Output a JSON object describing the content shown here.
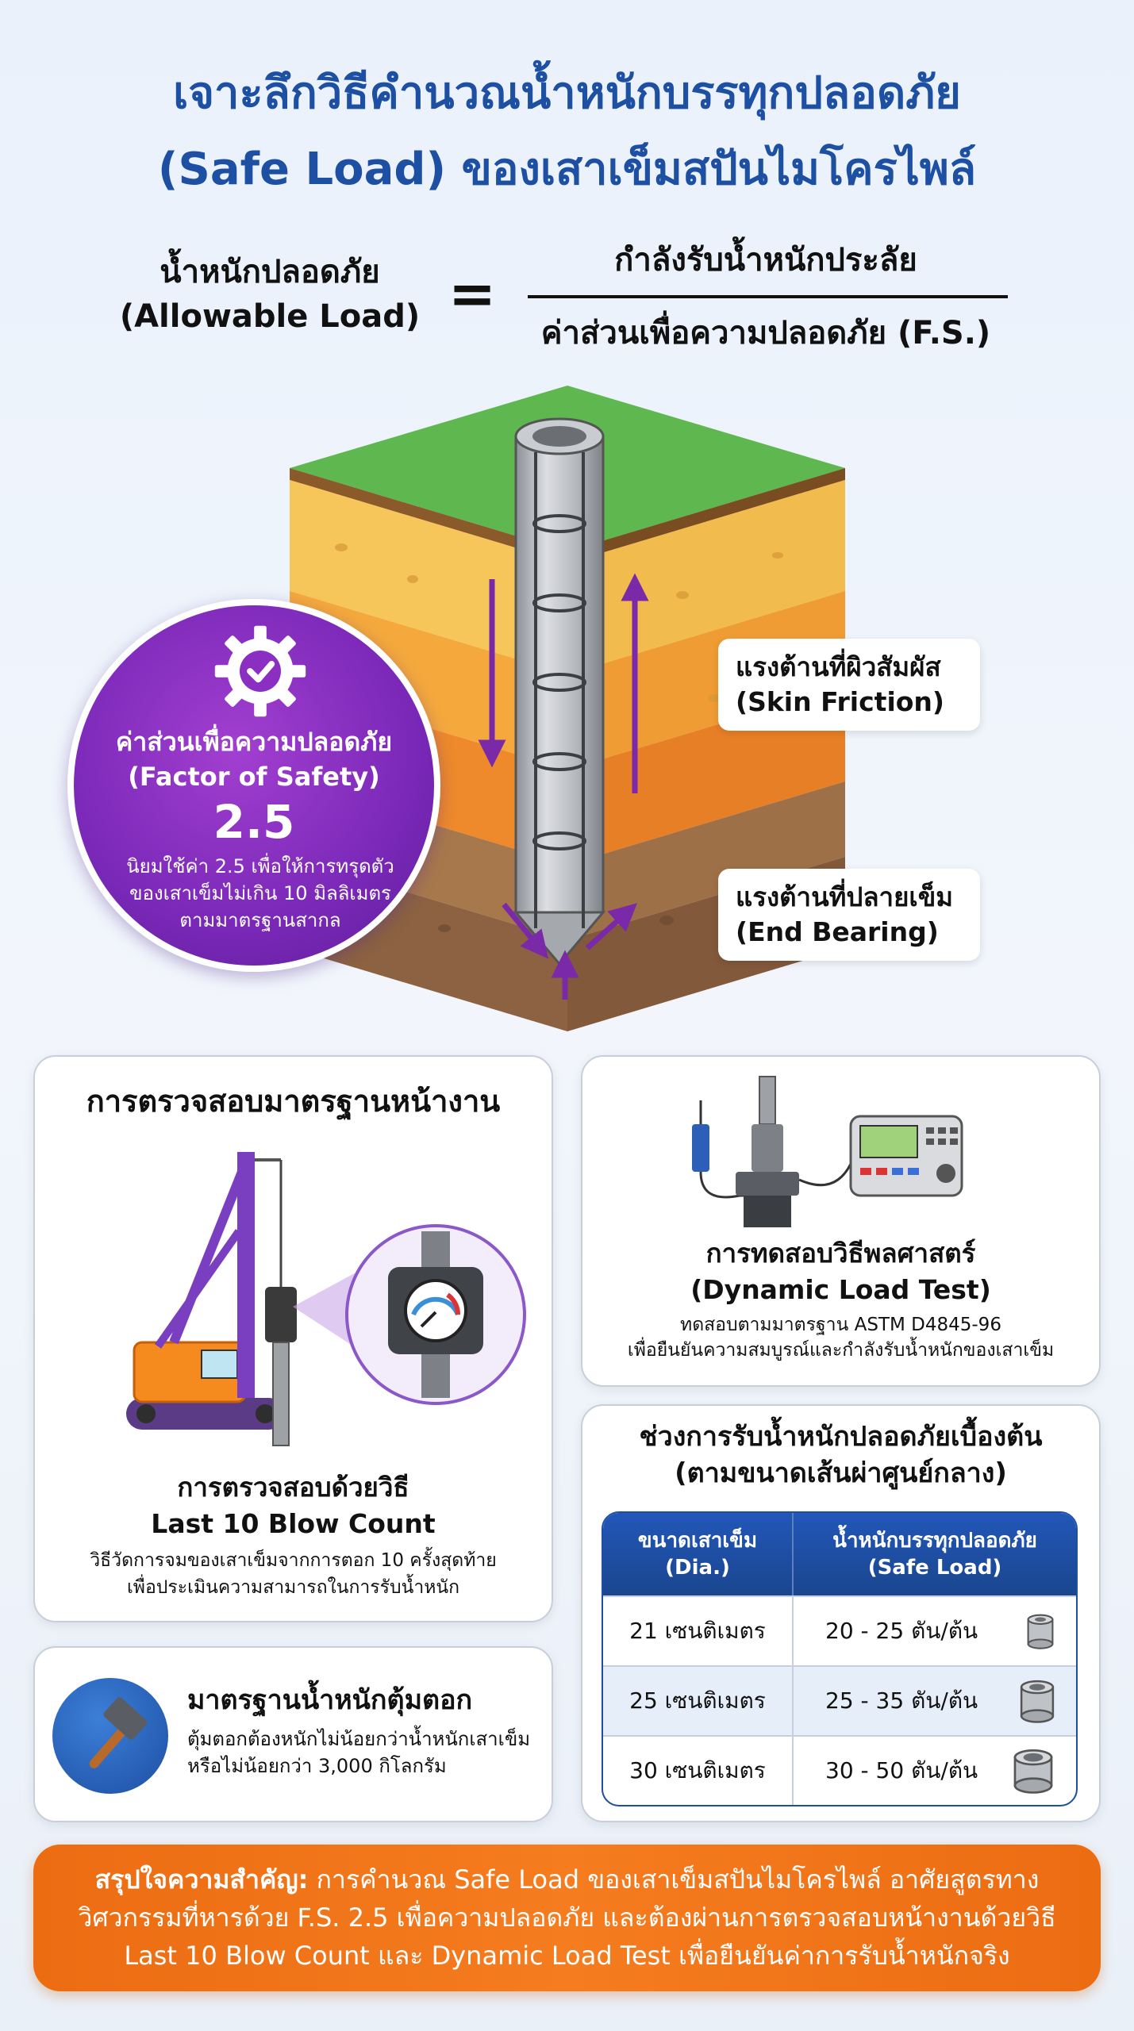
{
  "title": {
    "line1": "เจาะลึกวิธีคำนวณน้ำหนักบรรทุกปลอดภัย",
    "line2": "(Safe Load) ของเสาเข็มสปันไมโครไพล์"
  },
  "formula": {
    "left_line1": "น้ำหนักปลอดภัย",
    "left_line2": "(Allowable Load)",
    "equals": "=",
    "numerator": "กำลังรับน้ำหนักประลัย",
    "denominator": "ค่าส่วนเพื่อความปลอดภัย (F.S.)"
  },
  "diagram": {
    "skin_friction_line1": "แรงต้านที่ผิวสัมผัส",
    "skin_friction_line2": "(Skin Friction)",
    "end_bearing_line1": "แรงต้านที่ปลายเข็ม",
    "end_bearing_line2": "(End Bearing)"
  },
  "factor_of_safety": {
    "icon": "gear-check-icon",
    "label_line1": "ค่าส่วนเพื่อความปลอดภัย",
    "label_line2": "(Factor of Safety)",
    "value": "2.5",
    "note_line1": "นิยมใช้ค่า 2.5 เพื่อให้การทรุดตัว",
    "note_line2": "ของเสาเข็มไม่เกิน 10 มิลลิเมตร",
    "note_line3": "ตามมาตรฐานสากล"
  },
  "site_inspection": {
    "title": "การตรวจสอบมาตรฐานหน้างาน",
    "method_line1": "การตรวจสอบด้วยวิธี",
    "method_line2": "Last 10 Blow Count",
    "desc_line1": "วิธีวัดการจมของเสาเข็มจากการตอก 10 ครั้งสุดท้าย",
    "desc_line2": "เพื่อประเมินความสามารถในการรับน้ำหนัก"
  },
  "hammer_standard": {
    "icon": "hammer-icon",
    "title": "มาตรฐานน้ำหนักตุ้มตอก",
    "desc_line1": "ตุ้มตอกต้องหนักไม่น้อยกว่าน้ำหนักเสาเข็ม",
    "desc_line2": "หรือไม่น้อยกว่า 3,000 กิโลกรัม"
  },
  "dynamic_test": {
    "title_line1": "การทดสอบวิธีพลศาสตร์",
    "title_line2": "(Dynamic Load Test)",
    "desc_line1": "ทดสอบตามมาตรฐาน ASTM D4845-96",
    "desc_line2": "เพื่อยืนยันความสมบูรณ์และกำลังรับน้ำหนักของเสาเข็ม"
  },
  "safe_load_table": {
    "title_line1": "ช่วงการรับน้ำหนักปลอดภัยเบื้องต้น",
    "title_line2": "(ตามขนาดเส้นผ่าศูนย์กลาง)",
    "col1_line1": "ขนาดเสาเข็ม",
    "col1_line2": "(Dia.)",
    "col2_line1": "น้ำหนักบรรทุกปลอดภัย",
    "col2_line2": "(Safe Load)",
    "rows": [
      {
        "size": "21 เซนติเมตร",
        "load": "20 - 25 ตัน/ต้น"
      },
      {
        "size": "25 เซนติเมตร",
        "load": "25 - 35 ตัน/ต้น"
      },
      {
        "size": "30 เซนติเมตร",
        "load": "30 - 50 ตัน/ต้น"
      }
    ]
  },
  "summary": {
    "bold": "สรุปใจความสำคัญ:",
    "line1_rest": " การคำนวณ Safe Load ของเสาเข็มสปันไมโครไพล์ อาศัยสูตรทาง",
    "line2": "วิศวกรรมที่หารด้วย F.S. 2.5 เพื่อความปลอดภัย และต้องผ่านการตรวจสอบหน้างานด้วยวิธี",
    "line3": "Last 10 Blow Count และ Dynamic Load Test เพื่อยืนยันค่าการรับน้ำหนักจริง"
  },
  "colors": {
    "title_blue": "#1d4fa3",
    "fos_purple": "#7a28b8",
    "arrow_purple": "#7a2aa8",
    "summary_orange": "#f57c1f"
  }
}
